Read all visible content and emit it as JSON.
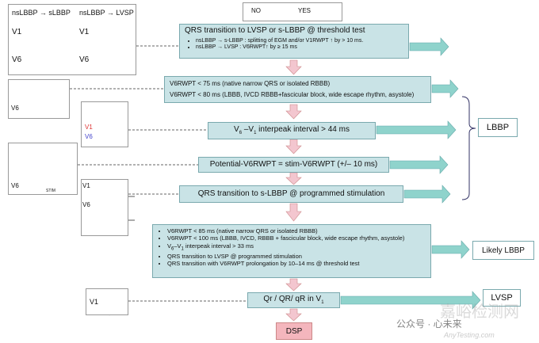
{
  "legend": {
    "no_label": "NO",
    "yes_label": "YES"
  },
  "panel1": {
    "title_left": "nsLBBP → sLBBP",
    "title_right": "nsLBBP → LVSP",
    "lead_v1_a": "V1",
    "lead_v1_b": "V1",
    "lead_v6_a": "V6",
    "lead_v6_b": "V6"
  },
  "panel2": {
    "lead": "V6"
  },
  "panel3": {
    "lead_v1": "V1",
    "lead_v6": "V6"
  },
  "panel4": {
    "lead": "V6",
    "stim": "STIM"
  },
  "panel5": {
    "lead_v1": "V1",
    "lead_v6": "V6"
  },
  "panel6": {
    "lead": "V1"
  },
  "step1": {
    "title": "QRS transition to LVSP or s-LBBP @ threshold test",
    "bullets": [
      "nsLBBP → s-LBBP : splitting of EGM and/or V1RWPT ↑ by > 10 ms.",
      "nsLBBP → LVSP : V6RWPT↑ by ≥ 15 ms"
    ]
  },
  "step2": {
    "line1": "V6RWPT < 75 ms (native narrow QRS or isolated RBBB)",
    "line2": "V6RWPT < 80 ms (LBBB, IVCD RBBB+fascicular block, wide escape rhythm, asystole)"
  },
  "step3": {
    "pre": "V",
    "sub1": "6",
    "mid": " –V",
    "sub2": "1",
    "post": " interpeak interval > 44 ms"
  },
  "step4": {
    "text": "Potential-V6RWPT = stim-V6RWPT (+/– 10 ms)"
  },
  "step5": {
    "text": "QRS transition to s-LBBP @ programmed stimulation"
  },
  "step6": {
    "b1": "V6RWPT < 85 ms (native narrow QRS or isolated RBBB)",
    "b2": "V6RWPT < 100 ms (LBBB, IVCD, RBBB + fascicular block, wide escape rhythm, asystole)",
    "b3_pre": "V",
    "b3_sub1": "6",
    "b3_mid": "–V",
    "b3_sub2": "1",
    "b3_post": " interpeak interval > 33 ms",
    "b4": "QRS transition to LVSP @ programmed stimulation",
    "b5": "QRS transition with V6RWPT prolongation by 10–14 ms @ threshold test"
  },
  "step7": {
    "pre": "Qr / QR/ qR in V",
    "sub": "1"
  },
  "outcomes": {
    "lbbp": "LBBP",
    "likely": "Likely LBBP",
    "lvsp": "LVSP",
    "dsp": "DSP"
  },
  "watermark": {
    "line1": "嘉峪检测网",
    "line2": "公众号 · 心未来",
    "line3": "AnyTesting.com"
  },
  "colors": {
    "box_fill": "#c9e3e6",
    "no_arrow": "#f3c6cf",
    "yes_arrow": "#8fd3cc",
    "dsp_fill": "#f4b6bd"
  }
}
